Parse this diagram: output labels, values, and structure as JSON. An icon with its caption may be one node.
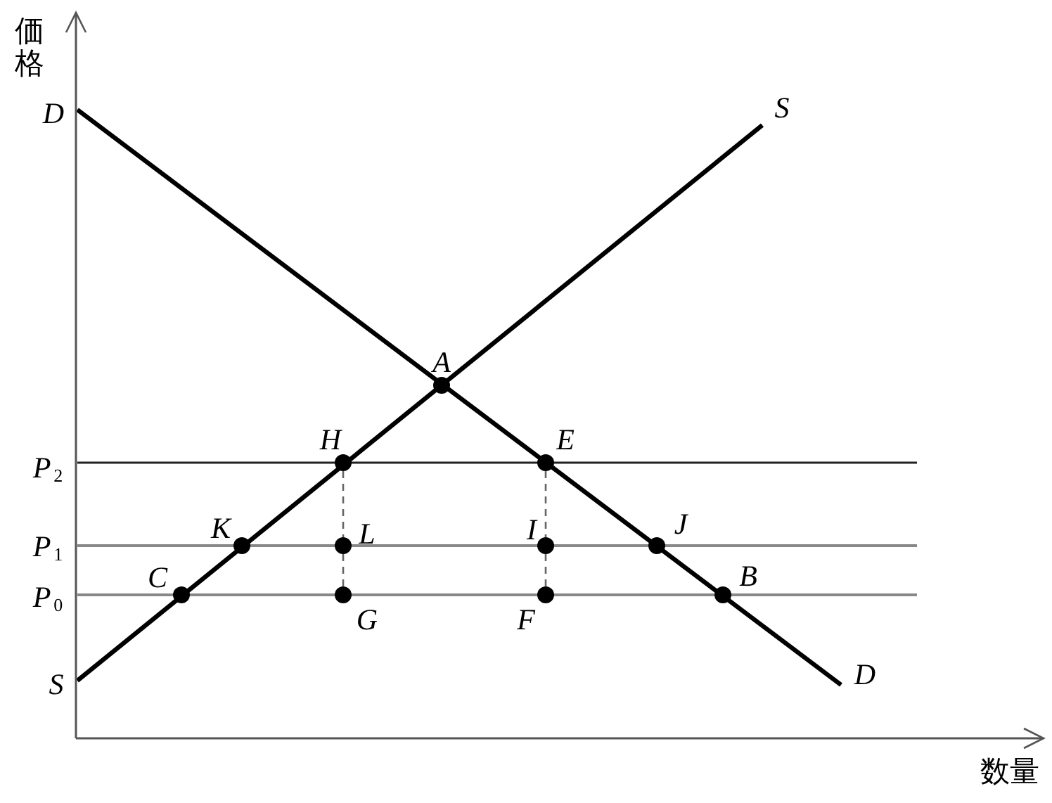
{
  "diagram": {
    "nodes": [
      {
        "text": [],
        "shape": "circle",
        "beside": [
          "A"
        ]
      },
      {
        "text": [],
        "shape": "circle",
        "beside": [
          "H"
        ]
      },
      {
        "text": [],
        "shape": "circle",
        "beside": [
          "E"
        ]
      },
      {
        "text": [],
        "shape": "circle",
        "beside": [
          "K"
        ]
      },
      {
        "text": [],
        "shape": "circle",
        "beside": [
          "L"
        ]
      },
      {
        "text": [],
        "shape": "circle",
        "beside": [
          "I"
        ]
      },
      {
        "text": [],
        "shape": "circle",
        "beside": [
          "J"
        ]
      },
      {
        "text": [],
        "shape": "circle",
        "beside": [
          "C"
        ]
      },
      {
        "text": [],
        "shape": "circle",
        "beside": [
          "G"
        ]
      },
      {
        "text": [],
        "shape": "circle",
        "beside": [
          "F"
        ]
      },
      {
        "text": [],
        "shape": "circle",
        "beside": [
          "B"
        ]
      }
    ],
    "edges": [
      {
        "from": 1,
        "to": 4,
        "arrow": "none",
        "style": "dashed"
      },
      {
        "from": 4,
        "to": 8,
        "arrow": "none",
        "style": "dashed"
      },
      {
        "from": 2,
        "to": 5,
        "arrow": "none",
        "style": "dashed"
      },
      {
        "from": 5,
        "to": 9,
        "arrow": "none",
        "style": "dashed"
      }
    ],
    "labels": [
      "価格",
      "D",
      "S",
      "P$_{2}$",
      "P$_{1}$",
      "P$_{0}$",
      "S",
      "D",
      "数量"
    ]
  }
}
